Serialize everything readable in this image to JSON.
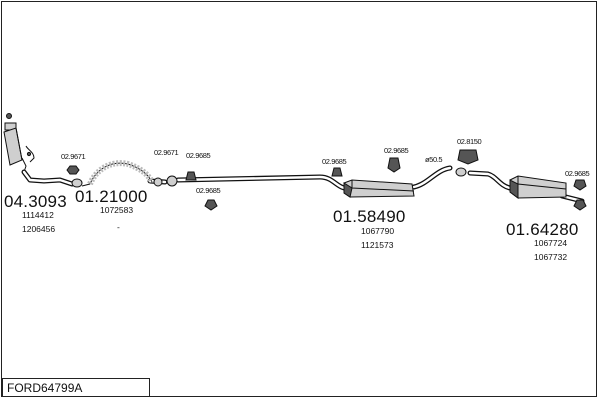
{
  "title": "FORD64799A",
  "parts": {
    "p1": {
      "number": "04.3093",
      "refs": [
        "1114412",
        "1206456"
      ]
    },
    "p2": {
      "number": "01.21000",
      "refs": [
        "1072583"
      ],
      "mark": "-"
    },
    "p3": {
      "number": "01.58490",
      "refs": [
        "1067790",
        "1121573"
      ]
    },
    "p4": {
      "number": "01.64280",
      "refs": [
        "1067724",
        "1067732"
      ]
    }
  },
  "fittings": {
    "f1": "02.9671",
    "f2": "02.9671",
    "f3": "02.9685",
    "f4": "02.9685",
    "f5": "02.9685",
    "f6": "02.9685",
    "f7": "02.8150",
    "f8": "02.9685"
  },
  "diameter": "ø50.5"
}
